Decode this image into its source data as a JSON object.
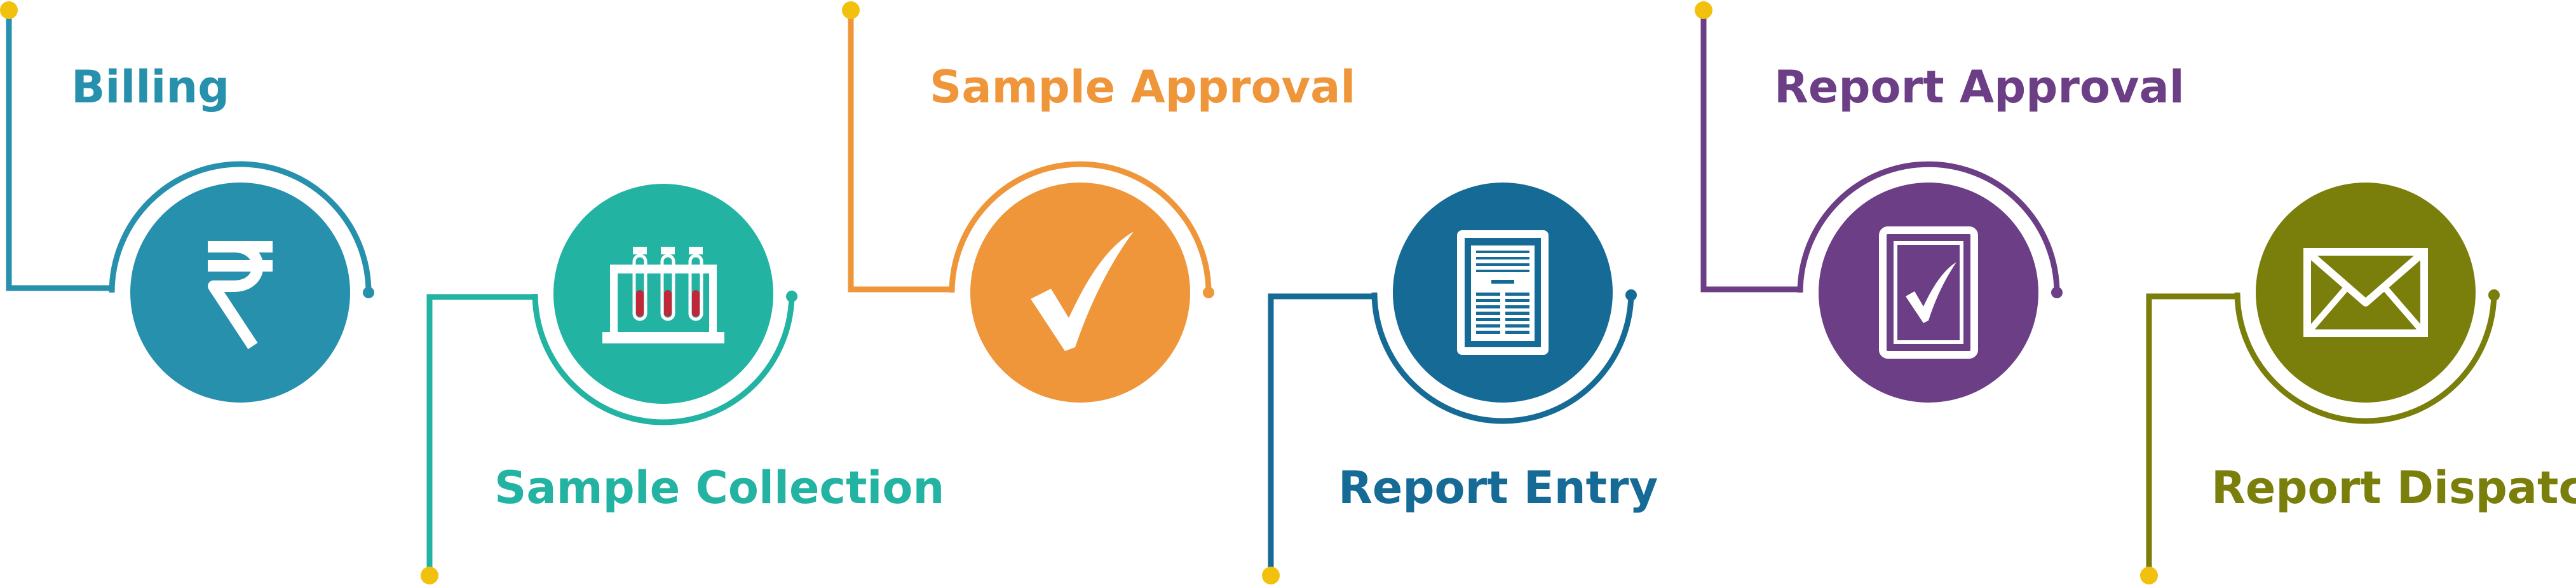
{
  "steps": [
    {
      "label": "Billing",
      "icon": "rupee-icon",
      "color": "#2690ad"
    },
    {
      "label": "Sample Collection",
      "icon": "test-tubes-icon",
      "color": "#22b3a2"
    },
    {
      "label": "Sample Approval",
      "icon": "checkmark-icon",
      "color": "#ef963a"
    },
    {
      "label": "Report Entry",
      "icon": "document-icon",
      "color": "#156a96"
    },
    {
      "label": "Report Approval",
      "icon": "approval-icon",
      "color": "#6b3e85"
    },
    {
      "label": "Report Dispatch",
      "icon": "envelope-icon",
      "color": "#7a7e0b"
    }
  ],
  "dot_color": "#f2c10e"
}
